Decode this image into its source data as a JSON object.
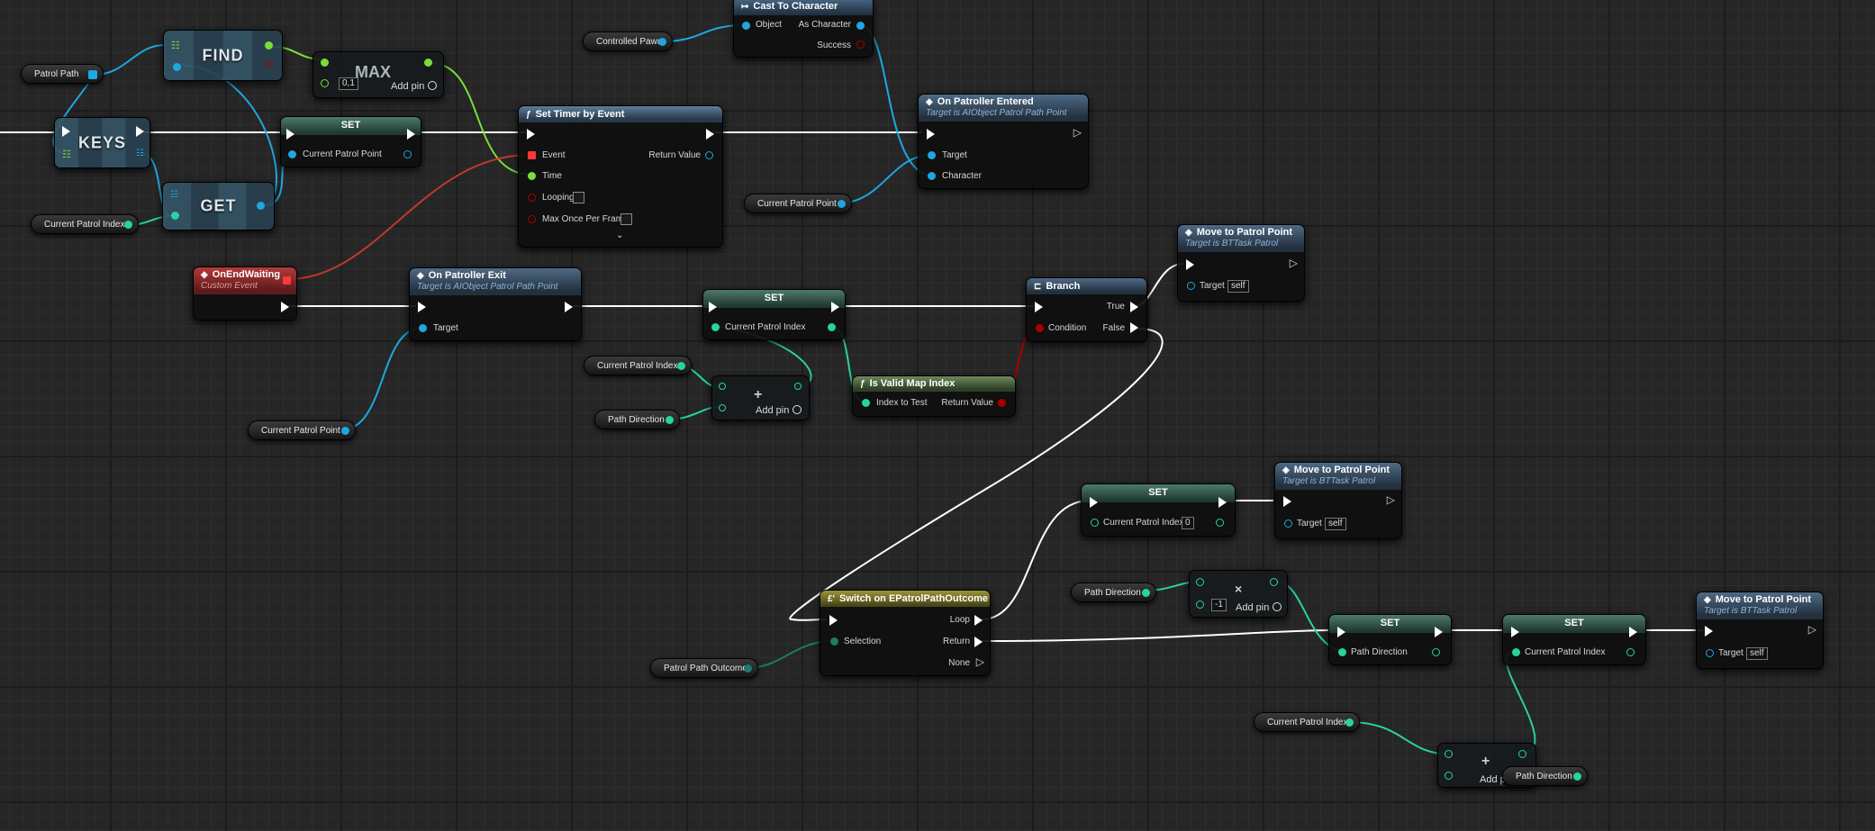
{
  "colors": {
    "exec": "#ffffff",
    "object": "#1ea7e1",
    "integer": "#27d3a2",
    "float": "#7cdc3a",
    "boolean": "#a80000",
    "delegate": "#ff3838",
    "array_green": "#7cdc3a"
  },
  "vars": {
    "patrol_path": "Patrol Path",
    "current_patrol_index_1": "Current Patrol Index",
    "controlled_pawn": "Controlled Pawn",
    "current_patrol_point_1": "Current Patrol Point",
    "current_patrol_point_2": "Current Patrol Point",
    "current_patrol_index_2": "Current Patrol Index",
    "path_direction_1": "Path Direction",
    "patrol_path_outcome": "Patrol Path Outcome",
    "path_direction_2": "Path Direction",
    "current_patrol_index_3": "Current Patrol Index",
    "path_direction_3": "Path Direction"
  },
  "compact": {
    "find": "FIND",
    "keys": "KEYS",
    "get": "GET",
    "max": "MAX",
    "max_default": "0,1",
    "add_pin": "Add pin",
    "plus_glyph": "+",
    "times_glyph": "×",
    "multiply_default": "-1"
  },
  "cast": {
    "title": "Cast To Character",
    "object": "Object",
    "as_character": "As Character",
    "success": "Success"
  },
  "set_current_patrol_point": {
    "title": "SET",
    "pin": "Current Patrol Point"
  },
  "set_timer": {
    "title": "Set Timer by Event",
    "event": "Event",
    "time": "Time",
    "looping": "Looping",
    "max_once": "Max Once Per Frame",
    "return_value": "Return Value"
  },
  "on_patroller_entered": {
    "title": "On Patroller Entered",
    "subtitle": "Target is AIObject Patrol Path Point",
    "target": "Target",
    "character": "Character"
  },
  "on_end_waiting": {
    "title": "OnEndWaiting",
    "subtitle": "Custom Event"
  },
  "on_patroller_exit": {
    "title": "On Patroller Exit",
    "subtitle": "Target is AIObject Patrol Path Point",
    "target": "Target"
  },
  "set_current_patrol_index_1": {
    "title": "SET",
    "pin": "Current Patrol Index"
  },
  "is_valid_map_index": {
    "title": "Is Valid Map Index",
    "index": "Index to Test",
    "return_value": "Return Value"
  },
  "branch": {
    "title": "Branch",
    "condition": "Condition",
    "true": "True",
    "false": "False"
  },
  "move_to_patrol_point_1": {
    "title": "Move to Patrol Point",
    "subtitle": "Target is BTTask Patrol",
    "target": "Target",
    "self": "self"
  },
  "set_current_patrol_index_2": {
    "title": "SET",
    "pin": "Current Patrol Index",
    "value": "0"
  },
  "move_to_patrol_point_2": {
    "title": "Move to Patrol Point",
    "subtitle": "Target is BTTask Patrol",
    "target": "Target",
    "self": "self"
  },
  "switch": {
    "title": "Switch on EPatrolPathOutcome",
    "selection": "Selection",
    "loop": "Loop",
    "return": "Return",
    "none": "None"
  },
  "set_path_direction": {
    "title": "SET",
    "pin": "Path Direction"
  },
  "set_current_patrol_index_3": {
    "title": "SET",
    "pin": "Current Patrol Index"
  },
  "move_to_patrol_point_3": {
    "title": "Move to Patrol Point",
    "subtitle": "Target is BTTask Patrol",
    "target": "Target",
    "self": "self"
  }
}
